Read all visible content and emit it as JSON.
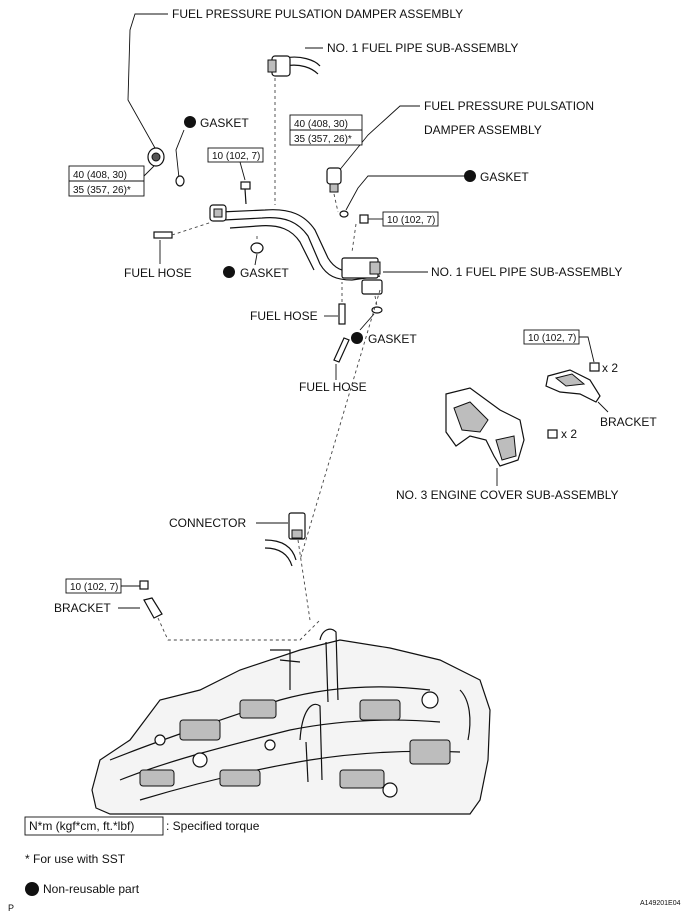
{
  "labels": {
    "damper_top": "FUEL PRESSURE PULSATION DAMPER ASSEMBLY",
    "pipe1_top": "NO. 1 FUEL PIPE SUB-ASSEMBLY",
    "damper_right_line1": "FUEL PRESSURE PULSATION",
    "damper_right_line2": "DAMPER ASSEMBLY",
    "gasket_left": "GASKET",
    "gasket_right": "GASKET",
    "gasket_mid": "GASKET",
    "gasket_lower": "GASKET",
    "pipe1_right": "NO. 1 FUEL PIPE SUB-ASSEMBLY",
    "fuel_hose_left": "FUEL HOSE",
    "fuel_hose_mid": "FUEL HOSE",
    "fuel_hose_lower": "FUEL HOSE",
    "bracket_right": "BRACKET",
    "engine_cover": "NO. 3 ENGINE COVER SUB-ASSEMBLY",
    "connector": "CONNECTOR",
    "bracket_left": "BRACKET",
    "x2_top": "x 2",
    "x2_bottom": "x 2"
  },
  "torques": {
    "left_a": "40 (408, 30)",
    "left_b": "35 (357, 26)*",
    "right_a": "40 (408, 30)",
    "right_b": "35 (357, 26)*",
    "bolt_upper": "10 (102, 7)",
    "bolt_mid": "10 (102, 7)",
    "bolt_bracket": "10 (102, 7)",
    "bolt_lower": "10 (102, 7)"
  },
  "legend": {
    "torque_unit": "N*m (kgf*cm, ft.*lbf)",
    "torque_desc": ": Specified torque",
    "sst_note": "* For use with SST",
    "nonreusable": "Non-reusable part"
  },
  "footer": {
    "page_letter": "P",
    "figure_id": "A149201E04"
  }
}
